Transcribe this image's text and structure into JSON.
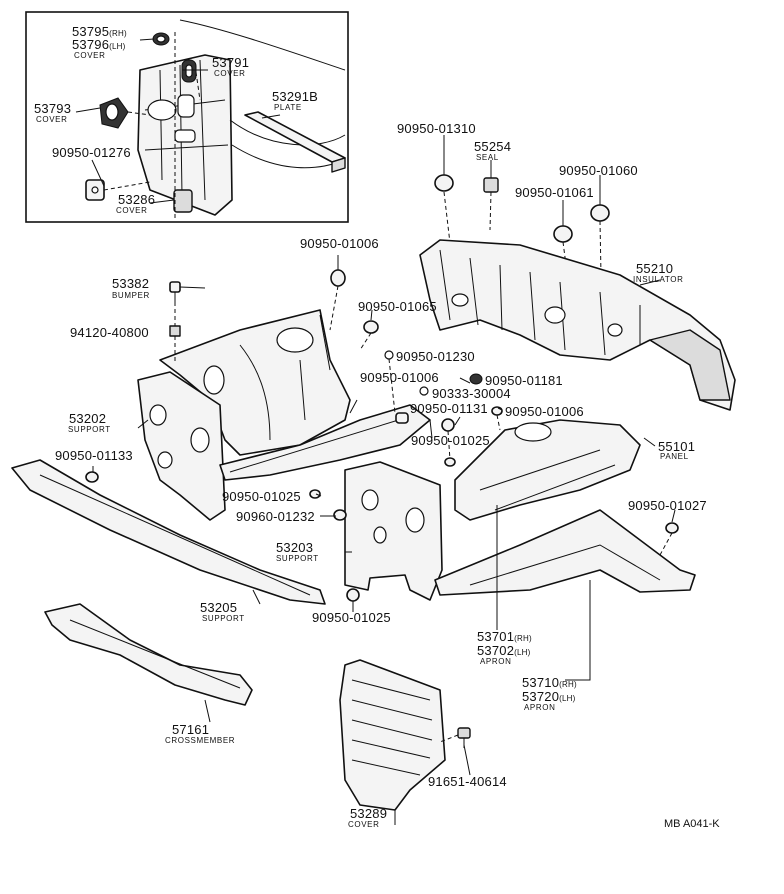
{
  "labels": {
    "p53795": "53795",
    "p53795_side": "(RH)",
    "p53796": "53796",
    "p53796_side": "(LH)",
    "p53796_name": "COVER",
    "p53791": "53791",
    "p53791_name": "COVER",
    "p53793": "53793",
    "p53793_name": "COVER",
    "p53291B": "53291B",
    "p53291B_name": "PLATE",
    "p90950_01276": "90950-01276",
    "p53286": "53286",
    "p53286_name": "COVER",
    "p90950_01310": "90950-01310",
    "p55254": "55254",
    "p55254_name": "SEAL",
    "p90950_01060": "90950-01060",
    "p90950_01061": "90950-01061",
    "p55210": "55210",
    "p55210_name": "INSULATOR",
    "p90950_01006a": "90950-01006",
    "p53382": "53382",
    "p53382_name": "BUMPER",
    "p90950_01065": "90950-01065",
    "p94120_40800": "94120-40800",
    "p90950_01230": "90950-01230",
    "p90950_01006b": "90950-01006",
    "p90950_01181": "90950-01181",
    "p90333_30004": "90333-30004",
    "p53202": "53202",
    "p53202_name": "SUPPORT",
    "p90950_01131": "90950-01131",
    "p90950_01006c": "90950-01006",
    "p55101": "55101",
    "p55101_name": "PANEL",
    "p90950_01025a": "90950-01025",
    "p90950_01133": "90950-01133",
    "p90950_01025b": "90950-01025",
    "p90950_01027": "90950-01027",
    "p90960_01232": "90960-01232",
    "p53203": "53203",
    "p53203_name": "SUPPORT",
    "p53205": "53205",
    "p53205_name": "SUPPORT",
    "p90950_01025c": "90950-01025",
    "p53701": "53701",
    "p53701_side": "(RH)",
    "p53702": "53702",
    "p53702_side": "(LH)",
    "p53702_name": "APRON",
    "p53710": "53710",
    "p53710_side": "(RH)",
    "p53720": "53720",
    "p53720_side": "(LH)",
    "p53720_name": "APRON",
    "p57161": "57161",
    "p57161_name": "CROSSMEMBER",
    "p91651_40614": "91651-40614",
    "p53289": "53289",
    "p53289_name": "COVER",
    "code": "MB A041-K"
  }
}
